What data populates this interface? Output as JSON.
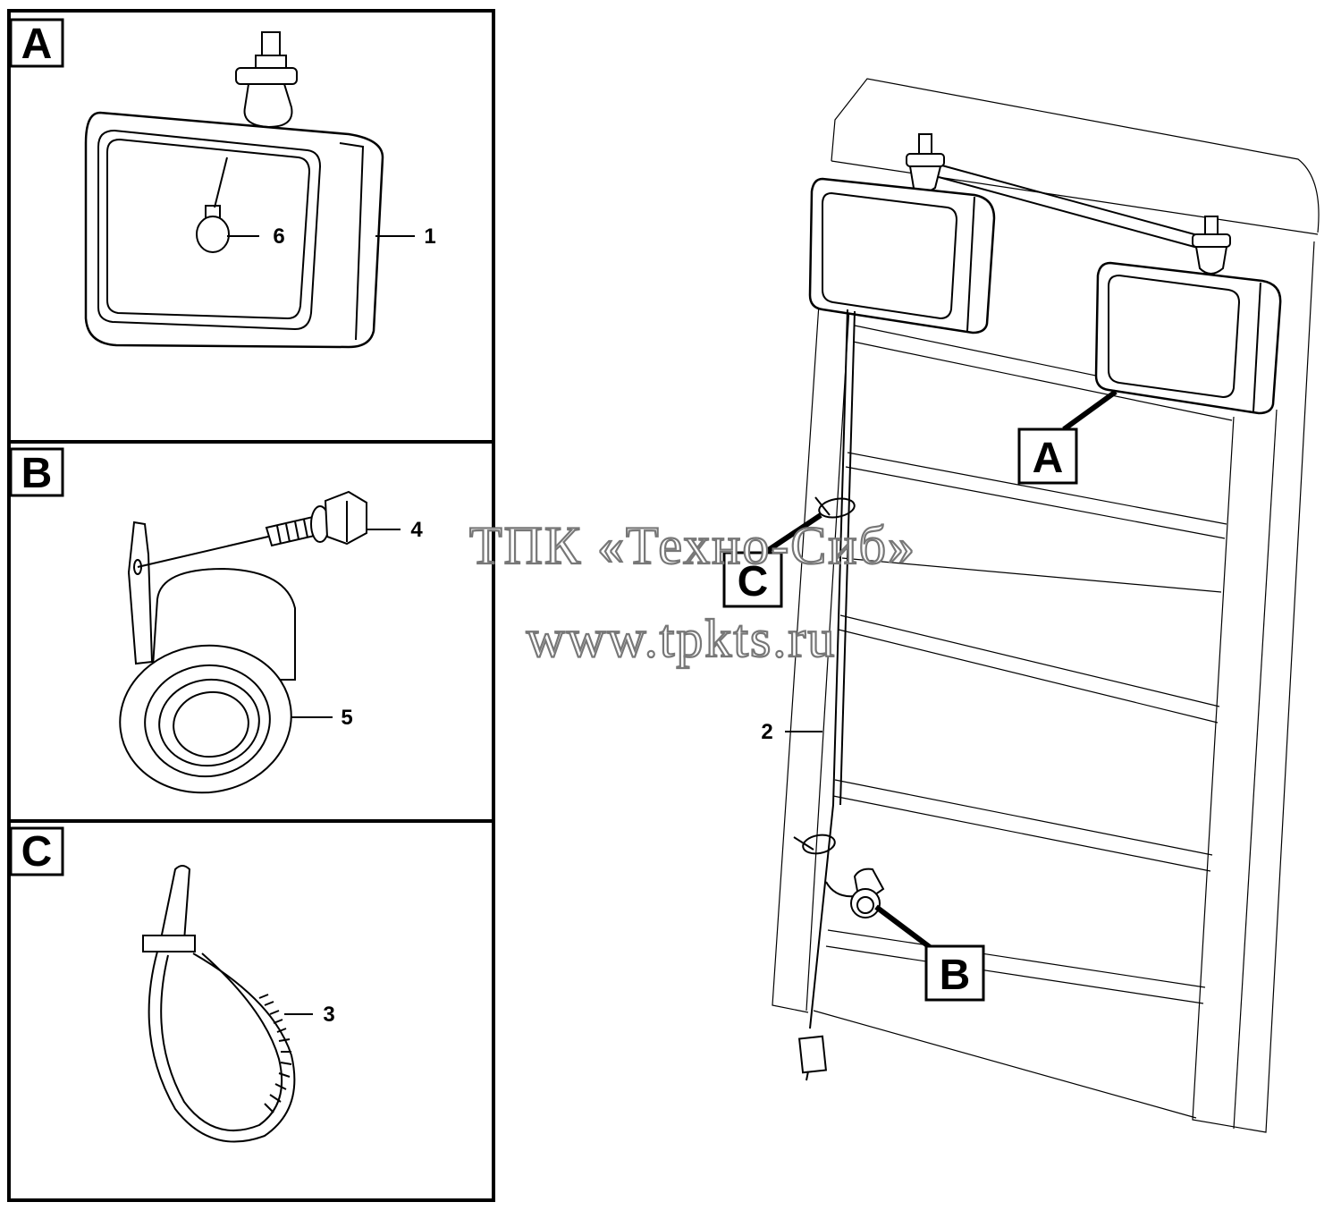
{
  "panels": {
    "a": {
      "letter": "A",
      "callouts": {
        "lamp": "1",
        "bulb": "6"
      }
    },
    "b": {
      "letter": "B",
      "callouts": {
        "bolt": "4",
        "light": "5"
      }
    },
    "c": {
      "letter": "C",
      "callouts": {
        "tie": "3"
      }
    }
  },
  "assembly": {
    "callouts": {
      "harness": "2"
    },
    "refs": {
      "a": "A",
      "b": "B",
      "c": "C"
    }
  },
  "watermark": {
    "line1": "ТПК «Техно-Сиб»",
    "line2": "www.tpkts.ru"
  },
  "colors": {
    "ink": "#000000",
    "paper": "#ffffff",
    "watermark": "#777777"
  }
}
